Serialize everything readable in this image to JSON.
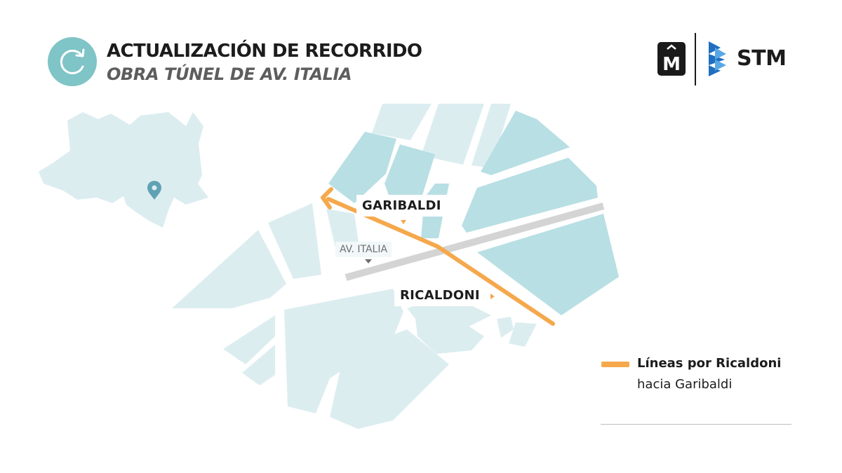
{
  "header": {
    "icon": "refresh-icon",
    "title": "ACTUALIZACIÓN DE RECORRIDO",
    "subtitle": "OBRA TÚNEL DE AV. ITALIA"
  },
  "logos": {
    "municipal_mark": "M",
    "brand": "STM"
  },
  "locator": {
    "pin_icon": "location-pin-icon"
  },
  "map_labels": {
    "garibaldi": "GARIBALDI",
    "av_italia": "AV. ITALIA",
    "ricaldoni": "RICALDONI"
  },
  "legend": {
    "title": "Líneas por Ricaldoni",
    "subtitle": "hacia Garibaldi"
  },
  "colors": {
    "accent_teal": "#7fc4c7",
    "route_orange": "#f5a84c",
    "block_dark": "#b8dfe4",
    "block_light": "#dcedf0",
    "avenue_gray": "#d4d4d4",
    "stm_blue": "#1f6fc0"
  }
}
